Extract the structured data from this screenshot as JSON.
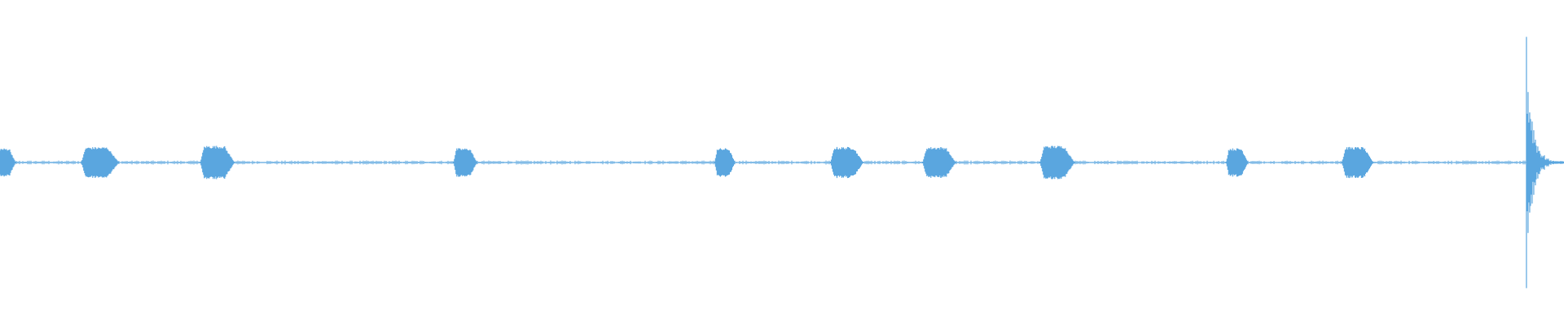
{
  "waveform": {
    "color": "#5aa6df",
    "background": "#ffffff",
    "normalized_peak": 1.0,
    "segments": [
      {
        "start": 0.0,
        "end": 0.01,
        "amp": 0.11,
        "shape": "tail"
      },
      {
        "start": 0.052,
        "end": 0.076,
        "amp": 0.12,
        "shape": "blob"
      },
      {
        "start": 0.128,
        "end": 0.15,
        "amp": 0.13,
        "shape": "blob"
      },
      {
        "start": 0.29,
        "end": 0.305,
        "amp": 0.11,
        "shape": "blob"
      },
      {
        "start": 0.457,
        "end": 0.47,
        "amp": 0.11,
        "shape": "blob"
      },
      {
        "start": 0.531,
        "end": 0.552,
        "amp": 0.12,
        "shape": "blob"
      },
      {
        "start": 0.59,
        "end": 0.611,
        "amp": 0.12,
        "shape": "blob"
      },
      {
        "start": 0.665,
        "end": 0.687,
        "amp": 0.13,
        "shape": "blob"
      },
      {
        "start": 0.784,
        "end": 0.798,
        "amp": 0.11,
        "shape": "blob"
      },
      {
        "start": 0.858,
        "end": 0.878,
        "amp": 0.12,
        "shape": "blob"
      },
      {
        "start": 0.976,
        "end": 1.0,
        "amp": 1.0,
        "shape": "transient"
      }
    ],
    "noise_level": 0.012
  }
}
